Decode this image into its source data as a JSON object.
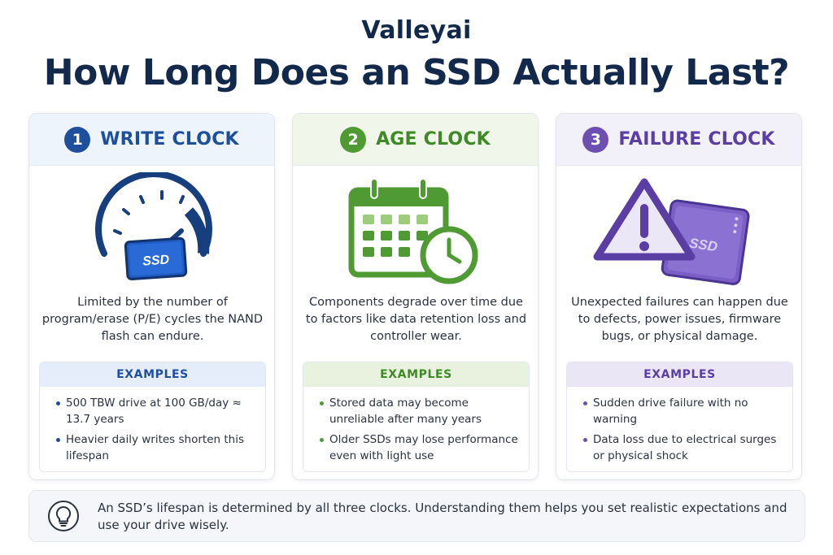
{
  "brand": "Valleyai",
  "title": "How Long Does an SSD Actually Last?",
  "colors": {
    "navy": "#13294b",
    "blue": "#1e4f9c",
    "green": "#4f9a33",
    "purple": "#6c4fb0"
  },
  "cards": [
    {
      "number": "1",
      "label": "WRITE CLOCK",
      "icon": "speedometer-ssd-icon",
      "illustration_text": "SSD",
      "description": "Limited by the number of program/erase (P/E) cycles the NAND flash can endure.",
      "examples_title": "EXAMPLES",
      "examples": [
        "500 TBW drive at 100 GB/day ≈ 13.7 years",
        "Heavier daily writes shorten this lifespan"
      ]
    },
    {
      "number": "2",
      "label": "AGE CLOCK",
      "icon": "calendar-clock-icon",
      "description": "Components degrade over time due to factors like data retention loss and controller wear.",
      "examples_title": "EXAMPLES",
      "examples": [
        "Stored data may become unreliable after many years",
        "Older SSDs may lose performance even with light use"
      ]
    },
    {
      "number": "3",
      "label": "FAILURE CLOCK",
      "icon": "warning-ssd-icon",
      "illustration_text": "SSD",
      "description": "Unexpected failures can happen due to defects, power issues, firmware bugs, or physical damage.",
      "examples_title": "EXAMPLES",
      "examples": [
        "Sudden drive failure with no warning",
        "Data loss due to electrical surges or physical shock"
      ]
    }
  ],
  "footer": {
    "icon": "lightbulb-icon",
    "text": "An SSD’s lifespan is determined by all three clocks. Understanding them helps you set realistic expectations and use your drive wisely."
  }
}
